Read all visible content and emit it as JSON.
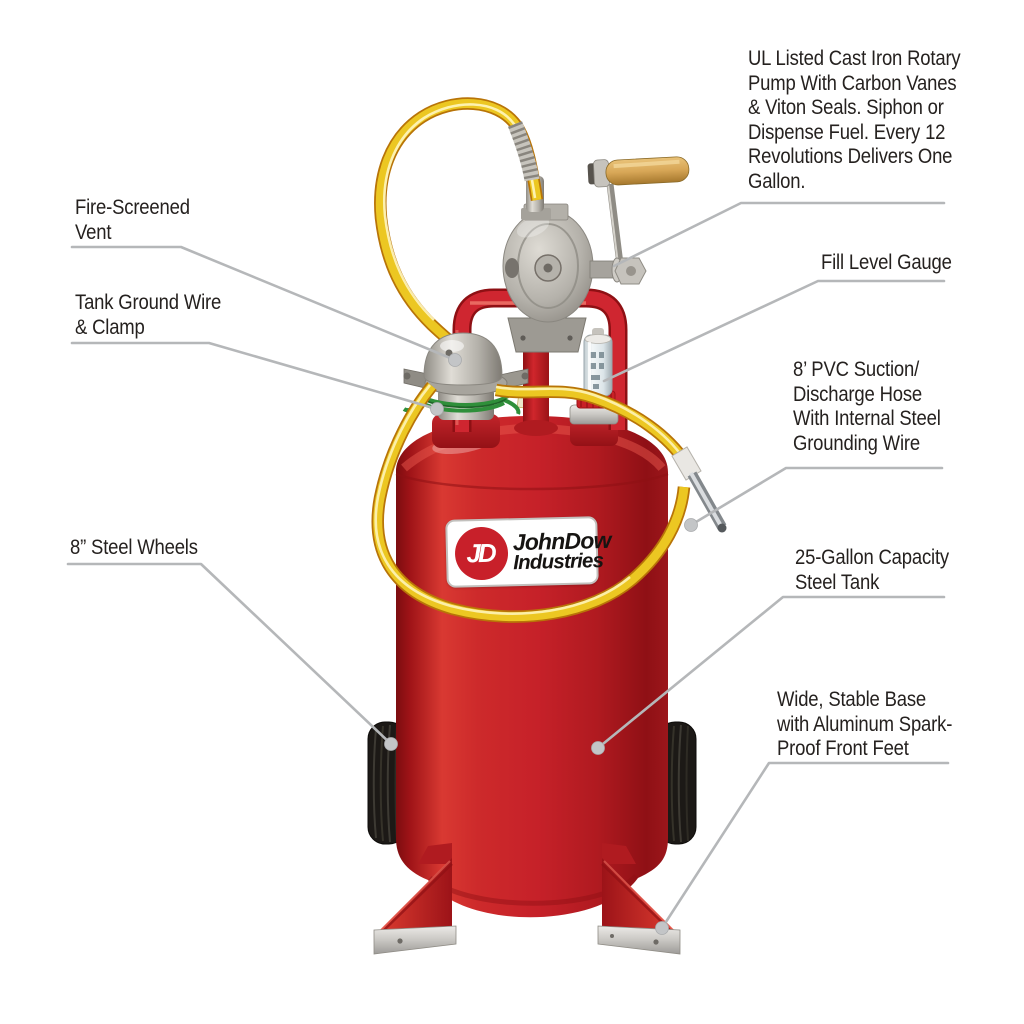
{
  "brand": {
    "monogram": "JD",
    "name_line1": "JohnDow",
    "name_line2": "Industries"
  },
  "labels": {
    "pump": {
      "text": "UL Listed Cast Iron Rotary\nPump With Carbon Vanes\n& Viton Seals. Siphon or\nDispense Fuel. Every 12\nRevolutions Delivers One\nGallon."
    },
    "vent": {
      "text": "Fire-Screened\nVent"
    },
    "ground": {
      "text": "Tank Ground Wire\n& Clamp"
    },
    "wheels": {
      "text": "8” Steel Wheels"
    },
    "gauge": {
      "text": "Fill Level Gauge"
    },
    "hose": {
      "text": "8’ PVC Suction/\nDischarge Hose\nWith Internal Steel\nGrounding Wire"
    },
    "tank": {
      "text": "25-Gallon Capacity\nSteel Tank"
    },
    "base": {
      "text": "Wide, Stable Base\nwith Aluminum Spark-\nProof Front Feet"
    }
  },
  "colors": {
    "tank_red": "#c82026",
    "tank_red_dark": "#8e1014",
    "hose_yellow": "#ecc722",
    "hose_amber": "#b87408",
    "pump_silver": "#b5b2ab",
    "wood": "#d8a757",
    "leader_gray": "#b5b7b9",
    "label_text": "#25211f",
    "logo_red": "#c8202a",
    "wheel_black": "#1c1916"
  }
}
